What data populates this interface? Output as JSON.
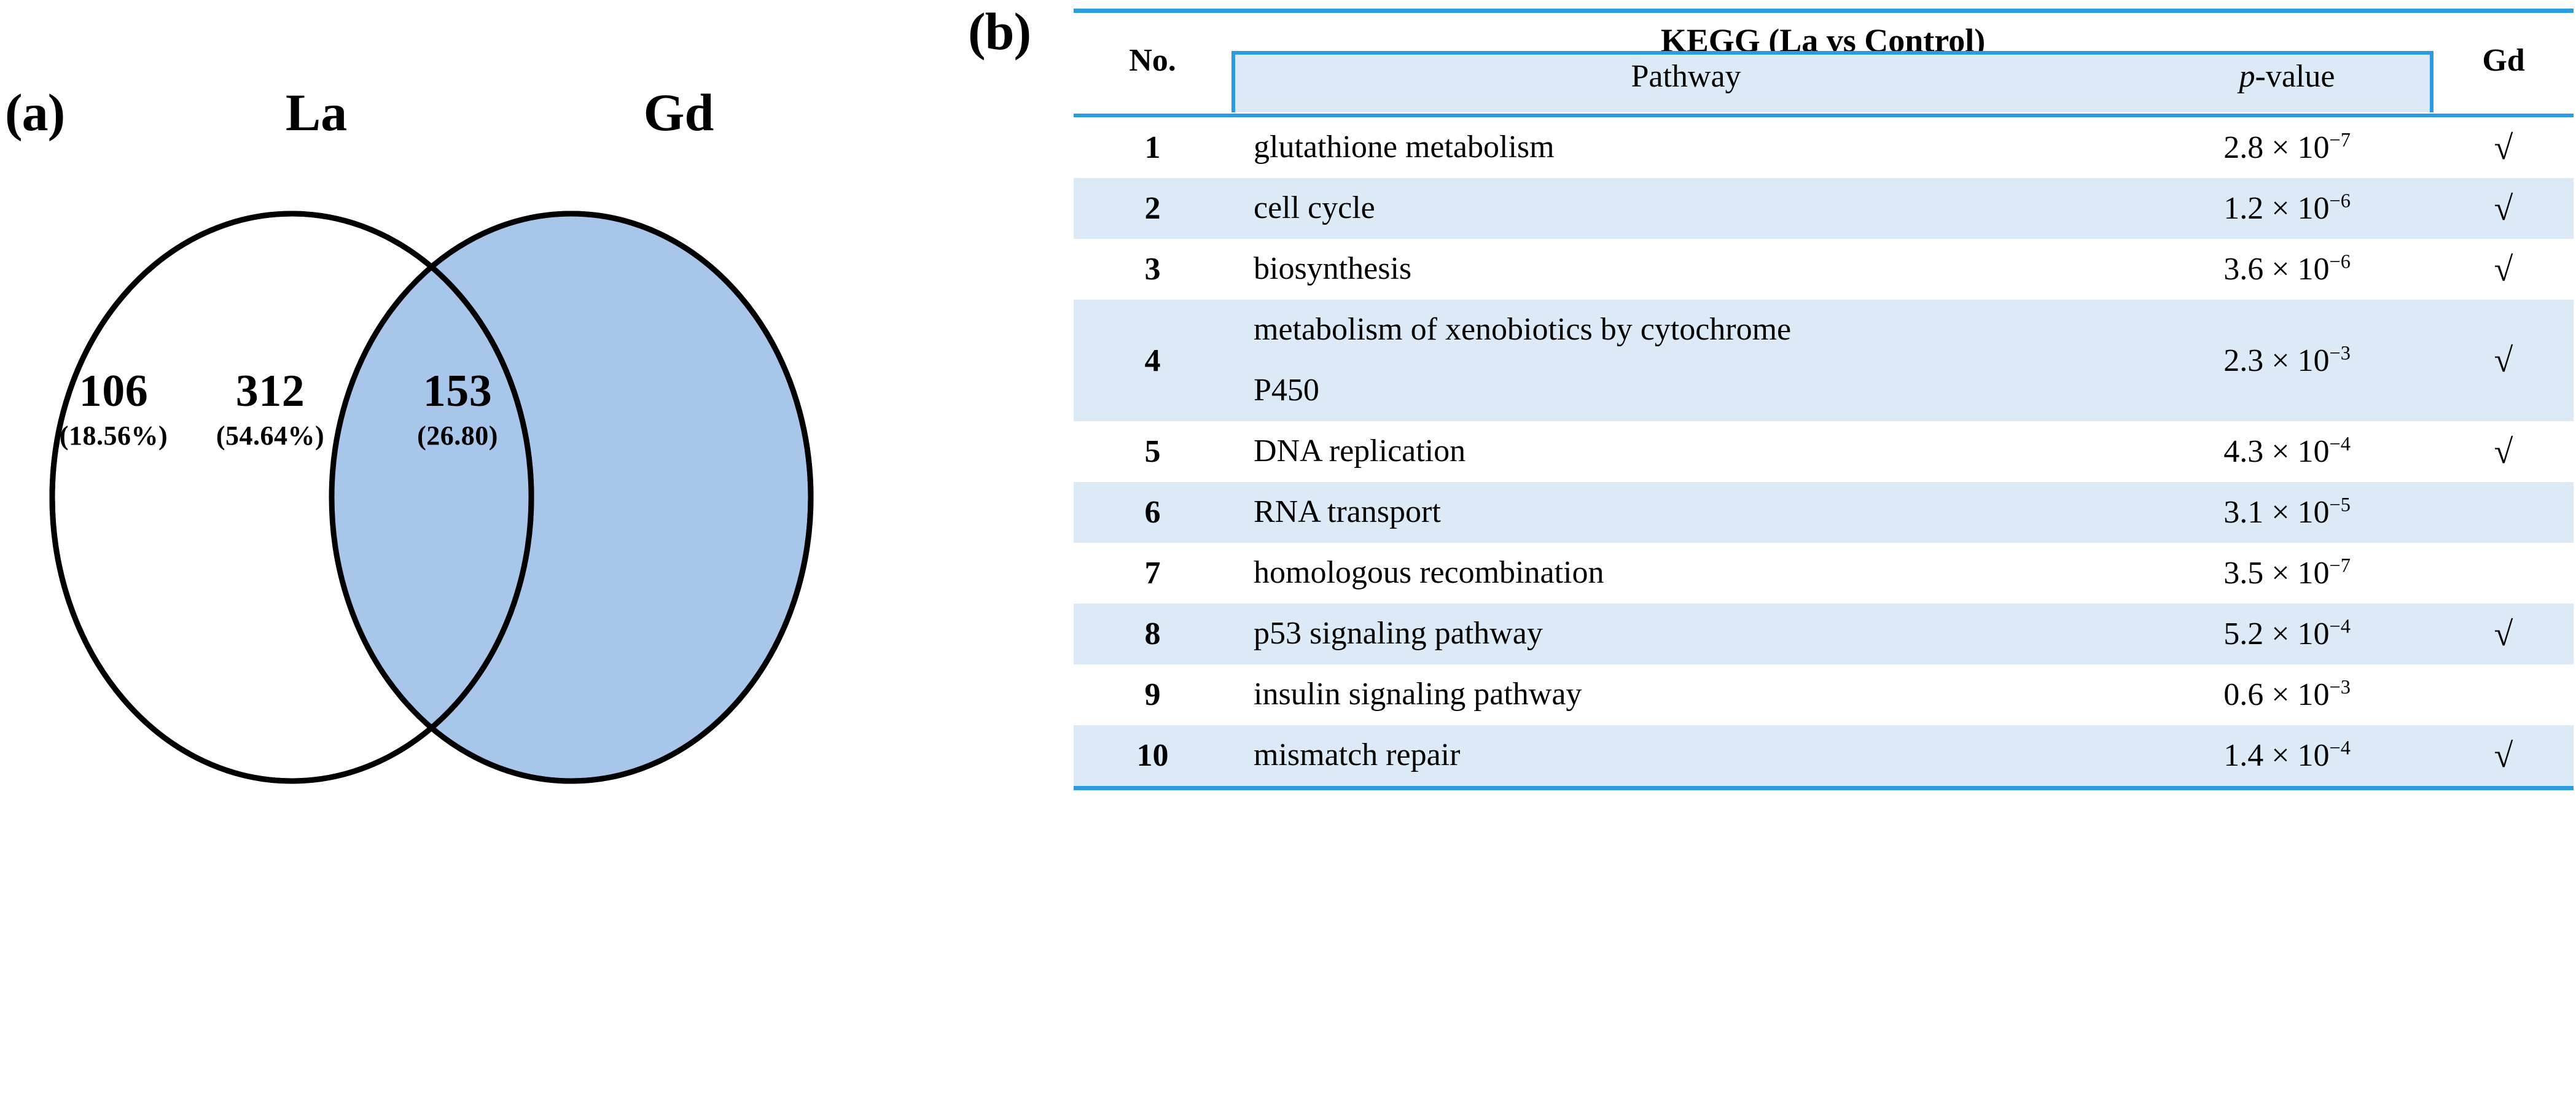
{
  "panel_a": {
    "tag": "(a)",
    "set_labels": {
      "left": "La",
      "right": "Gd"
    },
    "regions": [
      {
        "name": "la_only",
        "count": "106",
        "percent": "(18.56%)"
      },
      {
        "name": "overlap",
        "count": "312",
        "percent": "(54.64%)"
      },
      {
        "name": "gd_only",
        "count": "153",
        "percent": "(26.80)"
      }
    ],
    "colors": {
      "fill": "#A8C5EA",
      "stroke": "#000000"
    }
  },
  "panel_b": {
    "tag": "(b)",
    "header": {
      "no": "No.",
      "group_title": "KEGG (La vs Control)",
      "pathway": "Pathway",
      "pvalue_italic": "p",
      "pvalue_rest": "-value",
      "gd": "Gd"
    },
    "rows": [
      {
        "no": "1",
        "pathway": "glutathione metabolism",
        "pathway_line2": "",
        "p_mantissa": "2.8 × 10",
        "p_exp": "−7",
        "gd": "√"
      },
      {
        "no": "2",
        "pathway": "cell cycle",
        "pathway_line2": "",
        "p_mantissa": "1.2 × 10",
        "p_exp": "−6",
        "gd": "√"
      },
      {
        "no": "3",
        "pathway": "biosynthesis",
        "pathway_line2": "",
        "p_mantissa": "3.6 × 10",
        "p_exp": "−6",
        "gd": "√"
      },
      {
        "no": "4",
        "pathway": "metabolism of xenobiotics by cytochrome",
        "pathway_line2": "P450",
        "p_mantissa": "2.3 × 10",
        "p_exp": "−3",
        "gd": "√"
      },
      {
        "no": "5",
        "pathway": "DNA replication",
        "pathway_line2": "",
        "p_mantissa": "4.3 × 10",
        "p_exp": "−4",
        "gd": "√"
      },
      {
        "no": "6",
        "pathway": "RNA transport",
        "pathway_line2": "",
        "p_mantissa": "3.1 × 10",
        "p_exp": "−5",
        "gd": ""
      },
      {
        "no": "7",
        "pathway": "homologous recombination",
        "pathway_line2": "",
        "p_mantissa": "3.5 × 10",
        "p_exp": "−7",
        "gd": ""
      },
      {
        "no": "8",
        "pathway": "p53 signaling pathway",
        "pathway_line2": "",
        "p_mantissa": "5.2 × 10",
        "p_exp": "−4",
        "gd": "√"
      },
      {
        "no": "9",
        "pathway": "insulin signaling pathway",
        "pathway_line2": "",
        "p_mantissa": "0.6 × 10",
        "p_exp": "−3",
        "gd": ""
      },
      {
        "no": "10",
        "pathway": "mismatch repair",
        "pathway_line2": "",
        "p_mantissa": "1.4 × 10",
        "p_exp": "−4",
        "gd": "√"
      }
    ],
    "colors": {
      "rule": "#2E9BE0",
      "row_shade": "#DCEAF8",
      "row_plain": "#FFFFFF"
    }
  }
}
